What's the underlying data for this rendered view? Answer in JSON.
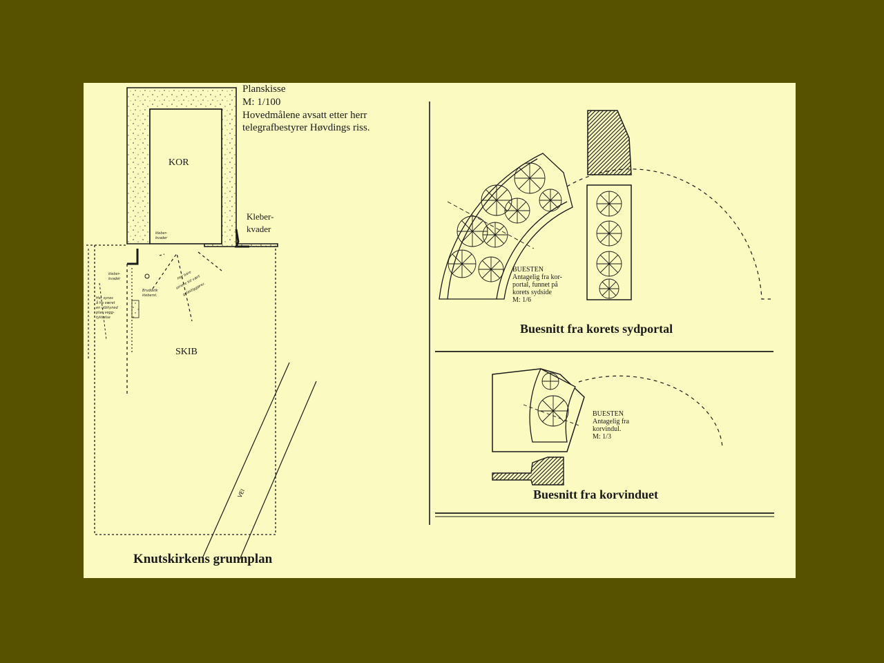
{
  "plan": {
    "sketch_title": "Planskisse",
    "scale": "M: 1/100",
    "note_line1": "Hovedmålene avsatt etter herr",
    "note_line2": "telegrafbestyrer Høvdings riss.",
    "kor": "KOR",
    "skib": "SKIB",
    "kleber_line1": "Kleber-",
    "kleber_line2": "kvader",
    "hand_klebervader_1": "kleber-",
    "hand_klebervader_2": "kvader",
    "hand_reste_1": "Her bare",
    "hand_reste_2": "senere tid vært",
    "hand_reste_3": "gelastiggjører.",
    "hand_left_1": "Her synes",
    "hand_left_2": "å ha været",
    "hand_left_3": "en utbhyned",
    "hand_left_4": "plan vegg-",
    "hand_left_5": "tykkelse",
    "hand_kleberkvader_small_1": "kleber-",
    "hand_kleberkvader_small_2": "kvader",
    "hand_bruddstk_1": "Bruddstk",
    "hand_bruddstk_2": "kleberst.",
    "road": "VEI",
    "caption": "Knutskirkens grunnplan"
  },
  "portal": {
    "buesten_label": "BUESTEN",
    "desc_line1": "Antagelig fra kor-",
    "desc_line2": "portal, funnet på",
    "desc_line3": "korets sydside",
    "scale": "M: 1/6",
    "caption": "Buesnitt fra korets sydportal"
  },
  "window": {
    "buesten_label": "BUESTEN",
    "desc_line1": "Antagelig fra",
    "desc_line2": "korvindul.",
    "scale": "M: 1/3",
    "caption": "Buesnitt fra korvinduet"
  },
  "colors": {
    "frame": "#575200",
    "paper": "#fbfac0",
    "ink": "#1a1a1a"
  }
}
